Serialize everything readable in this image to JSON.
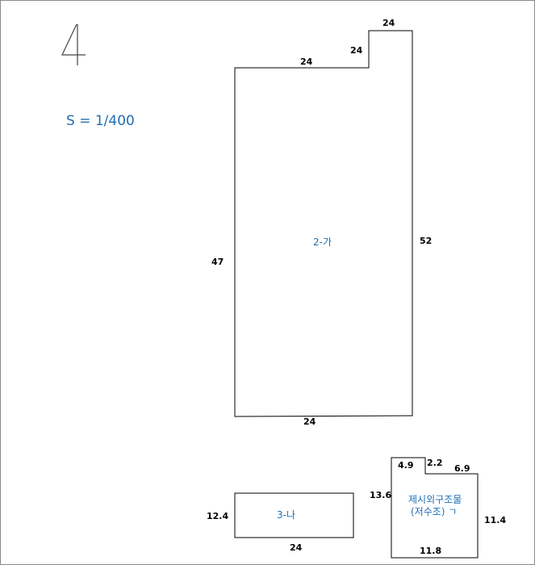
{
  "sheet": {
    "number": "4",
    "scale": "S = 1/400"
  },
  "building_2ga": {
    "label": "2-가",
    "dims": {
      "top_right": "24",
      "step_vertical": "24",
      "top_left": "24",
      "right": "52",
      "left": "47",
      "bottom": "24"
    }
  },
  "building_3na": {
    "label": "3-나",
    "dims": {
      "left": "12.4",
      "bottom": "24"
    }
  },
  "structure": {
    "label_line1": "제시외구조물",
    "label_line2": "(저수조) ㄱ",
    "dims": {
      "top_left": "4.9",
      "notch": "2.2",
      "top_right": "6.9",
      "left": "13.6",
      "right": "11.4",
      "bottom": "11.8"
    }
  }
}
